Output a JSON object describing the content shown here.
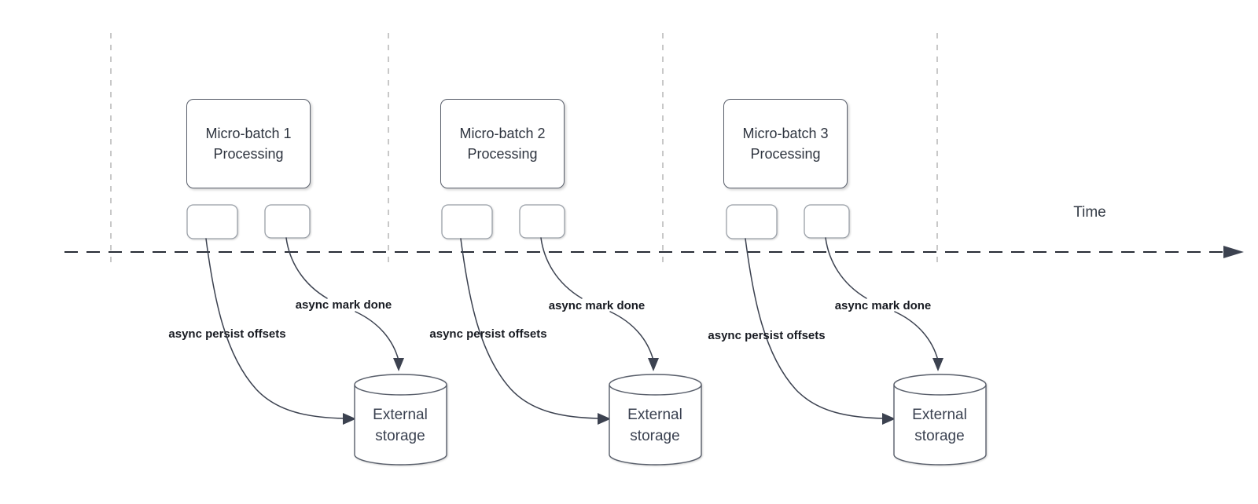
{
  "diagram": {
    "time_axis": {
      "label": "Time"
    },
    "batches": [
      {
        "processing_label": "Micro-batch 1\nProcessing",
        "persist_label": "async persist offsets",
        "mark_done_label": "async mark done",
        "storage_label": "External\nstorage"
      },
      {
        "processing_label": "Micro-batch 2\nProcessing",
        "persist_label": "async persist offsets",
        "mark_done_label": "async mark done",
        "storage_label": "External\nstorage"
      },
      {
        "processing_label": "Micro-batch 3\nProcessing",
        "persist_label": "async persist offsets",
        "mark_done_label": "async mark done",
        "storage_label": "External\nstorage"
      }
    ]
  },
  "palette": {
    "background": "#ffffff",
    "node_border": "#595f6b",
    "small_node_border": "#9aa0a8",
    "arrow_line": "#3c4250",
    "axis_line": "#272c35",
    "guide_line": "#b5b5b5",
    "label_text": "#181b22",
    "node_text": "#2f3540"
  }
}
